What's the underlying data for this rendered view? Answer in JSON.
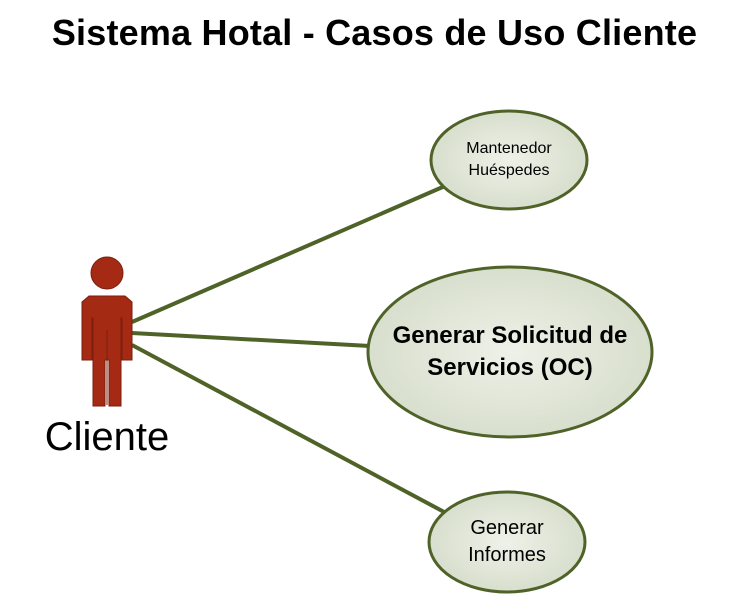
{
  "title": "Sistema Hotal - Casos de Uso Cliente",
  "actor": {
    "label": "Cliente",
    "color": "#a52a14"
  },
  "use_cases": [
    {
      "line1": "Mantenedor",
      "line2": "Huéspedes"
    },
    {
      "line1": "Generar Solicitud de",
      "line2": "Servicios (OC)"
    },
    {
      "line1": "Generar",
      "line2": "Informes"
    }
  ],
  "colors": {
    "ellipse_fill": "#dde3d3",
    "ellipse_stroke": "#4f6228",
    "connector": "#4f6228",
    "actor_fill": "#a52a14"
  }
}
